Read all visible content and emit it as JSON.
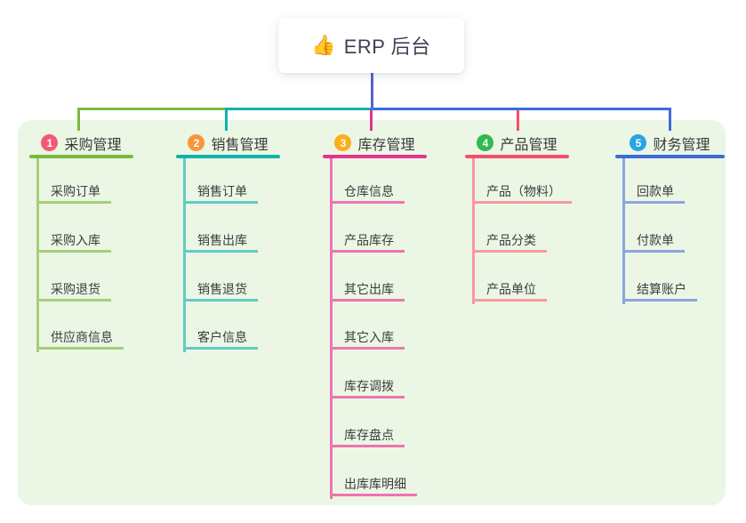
{
  "root": {
    "icon_char": "👍",
    "title": "ERP 后台"
  },
  "colors": {
    "canvas_bg": "#FFFFFF",
    "panel_bg": "#EBF6E5",
    "root_stem": "#5565CB",
    "root_text": "#3D4254",
    "child_text": "#3C3C3C"
  },
  "branches": [
    {
      "number": "1",
      "label": "采购管理",
      "badge_color": "#F25A73",
      "line_color": "#7CB93F",
      "child_line_color": "#A6CF78",
      "children": [
        "采购订单",
        "采购入库",
        "采购退货",
        "供应商信息"
      ]
    },
    {
      "number": "2",
      "label": "销售管理",
      "badge_color": "#F8963C",
      "line_color": "#0FB3AA",
      "child_line_color": "#63CBC3",
      "children": [
        "销售订单",
        "销售出库",
        "销售退货",
        "客户信息"
      ]
    },
    {
      "number": "3",
      "label": "库存管理",
      "badge_color": "#FBAE1C",
      "line_color": "#E5348F",
      "child_line_color": "#EE74B1",
      "children": [
        "仓库信息",
        "产品库存",
        "其它出库",
        "其它入库",
        "库存调拨",
        "库存盘点",
        "出库库明细"
      ]
    },
    {
      "number": "4",
      "label": "产品管理",
      "badge_color": "#33B852",
      "line_color": "#F4506B",
      "child_line_color": "#F8989F",
      "children": [
        "产品（物料）",
        "产品分类",
        "产品单位"
      ]
    },
    {
      "number": "5",
      "label": "财务管理",
      "badge_color": "#29A3E3",
      "line_color": "#3E6BD6",
      "child_line_color": "#8EA3E0",
      "children": [
        "回款单",
        "付款单",
        "结算账户"
      ]
    }
  ]
}
